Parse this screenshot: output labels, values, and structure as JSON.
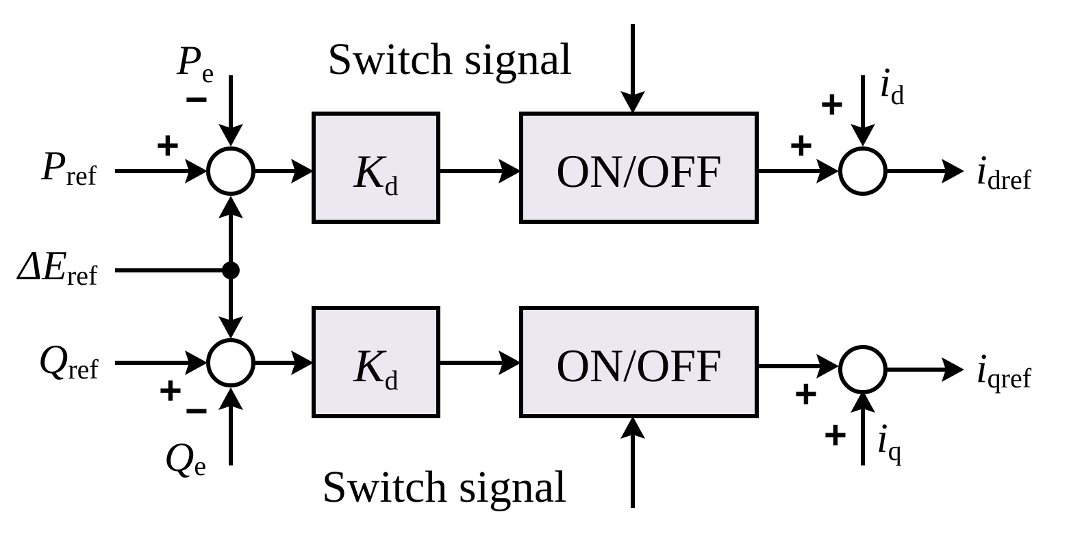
{
  "inputs": {
    "p_ref": {
      "main": "P",
      "sub": "ref"
    },
    "p_e": {
      "main": "P",
      "sub": "e"
    },
    "delta_e_ref": {
      "main": "ΔE",
      "sub": "ref"
    },
    "q_ref": {
      "main": "Q",
      "sub": "ref"
    },
    "q_e": {
      "main": "Q",
      "sub": "e"
    },
    "i_d": {
      "main": "i",
      "sub": "d"
    },
    "i_q": {
      "main": "i",
      "sub": "q"
    }
  },
  "outputs": {
    "i_dref": {
      "main": "i",
      "sub": "dref"
    },
    "i_qref": {
      "main": "i",
      "sub": "qref"
    }
  },
  "blocks": {
    "gain_top": {
      "main": "K",
      "sub": "d"
    },
    "gain_bottom": {
      "main": "K",
      "sub": "d"
    },
    "switch_top": "ON/OFF",
    "switch_bottom": "ON/OFF"
  },
  "switch_signal_top": "Switch signal",
  "switch_signal_bottom": "Switch signal",
  "signs": {
    "sum1_pref": "+",
    "sum1_pe": "−",
    "sum2_qref": "+",
    "sum2_qe": "−",
    "sum3_switch": "+",
    "sum3_id": "+",
    "sum4_switch": "+",
    "sum4_iq": "+"
  },
  "colors": {
    "block_fill": "#ebe8f0",
    "line": "#000000"
  }
}
